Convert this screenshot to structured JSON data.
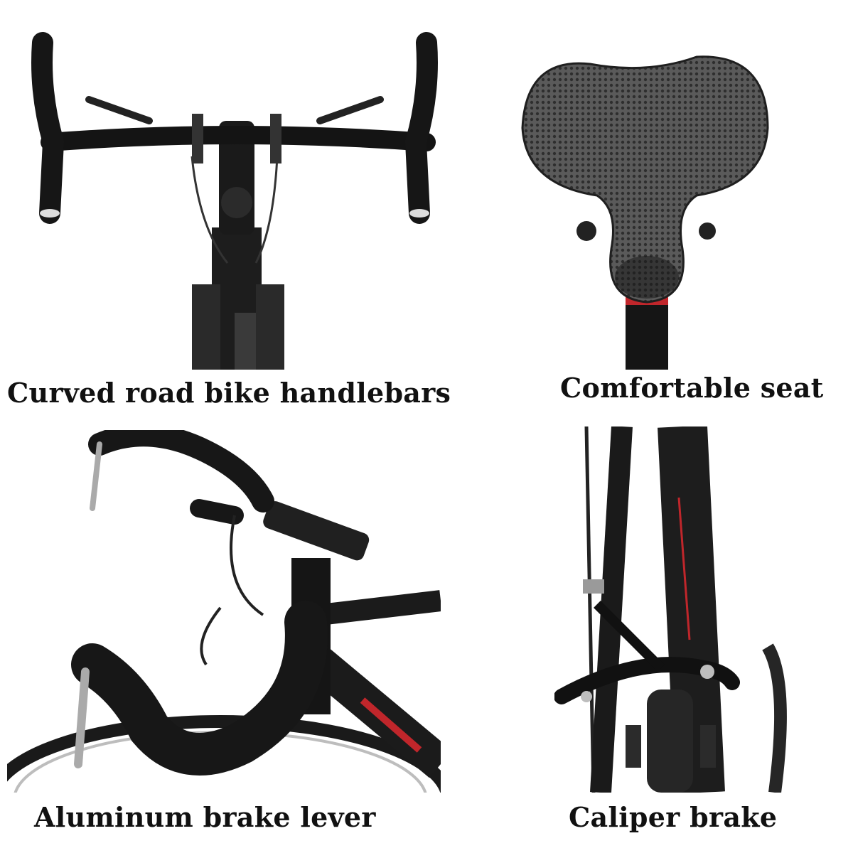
{
  "captions": {
    "handlebars": "Curved road bike handlebars",
    "seat": "Comfortable seat",
    "brake_lever": "Aluminum brake lever",
    "caliper": "Caliper brake"
  },
  "colors": {
    "background": "#ffffff",
    "frame_black": "#1a1a1a",
    "accent_red": "#c0262b",
    "chrome": "#b9b9b9"
  }
}
